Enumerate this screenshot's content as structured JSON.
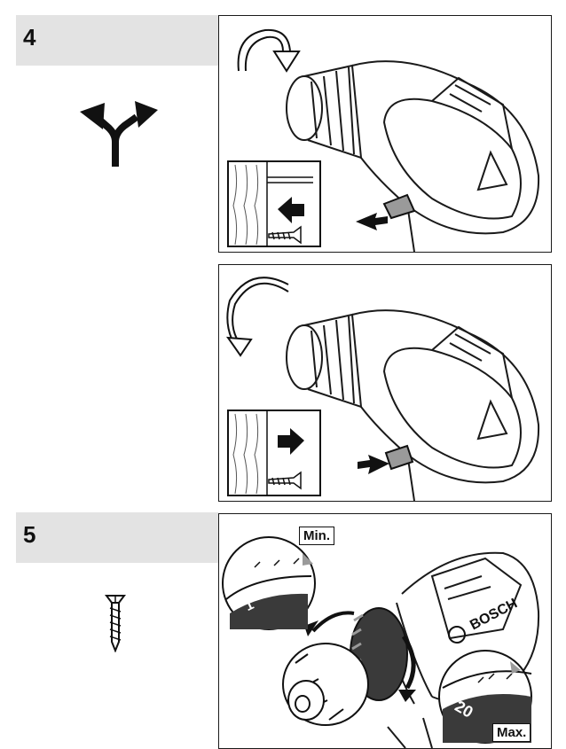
{
  "steps": [
    {
      "number": "4",
      "icon": "direction-fork-icon"
    },
    {
      "number": "5",
      "icon": "screw-icon"
    }
  ],
  "figures": [
    {
      "name": "forward-rotation-figure",
      "icon": "clockwise-arrow-icon",
      "inset_icon": "arrow-left-icon"
    },
    {
      "name": "reverse-rotation-figure",
      "icon": "counterclockwise-arrow-icon",
      "inset_icon": "arrow-right-icon"
    },
    {
      "name": "torque-setting-figure",
      "brand": "BOSCH",
      "min_label": "Min.",
      "max_label": "Max.",
      "min_value": "1",
      "max_value": "20"
    }
  ],
  "colors": {
    "header_bg": "#e3e3e3",
    "line": "#1a1a1a",
    "dark_band": "#3a3a3a",
    "accent_gray": "#9a9a9a"
  }
}
